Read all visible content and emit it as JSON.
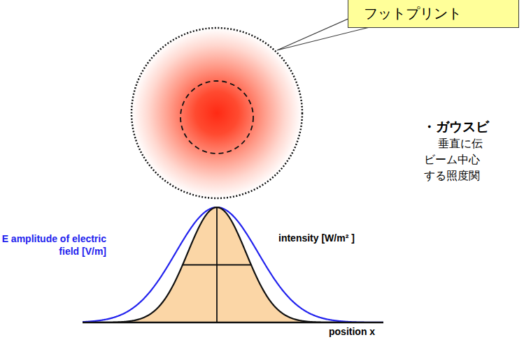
{
  "diagram": {
    "nodes": [
      {
        "text": [
          "フットプリント"
        ]
      }
    ],
    "labels": [
      "・ガウスビ",
      "垂直に伝",
      "ビーム中心",
      "する照度関",
      "E amplitude of electric field [V/m]",
      "intensity [W/m² ]",
      "position x"
    ]
  }
}
